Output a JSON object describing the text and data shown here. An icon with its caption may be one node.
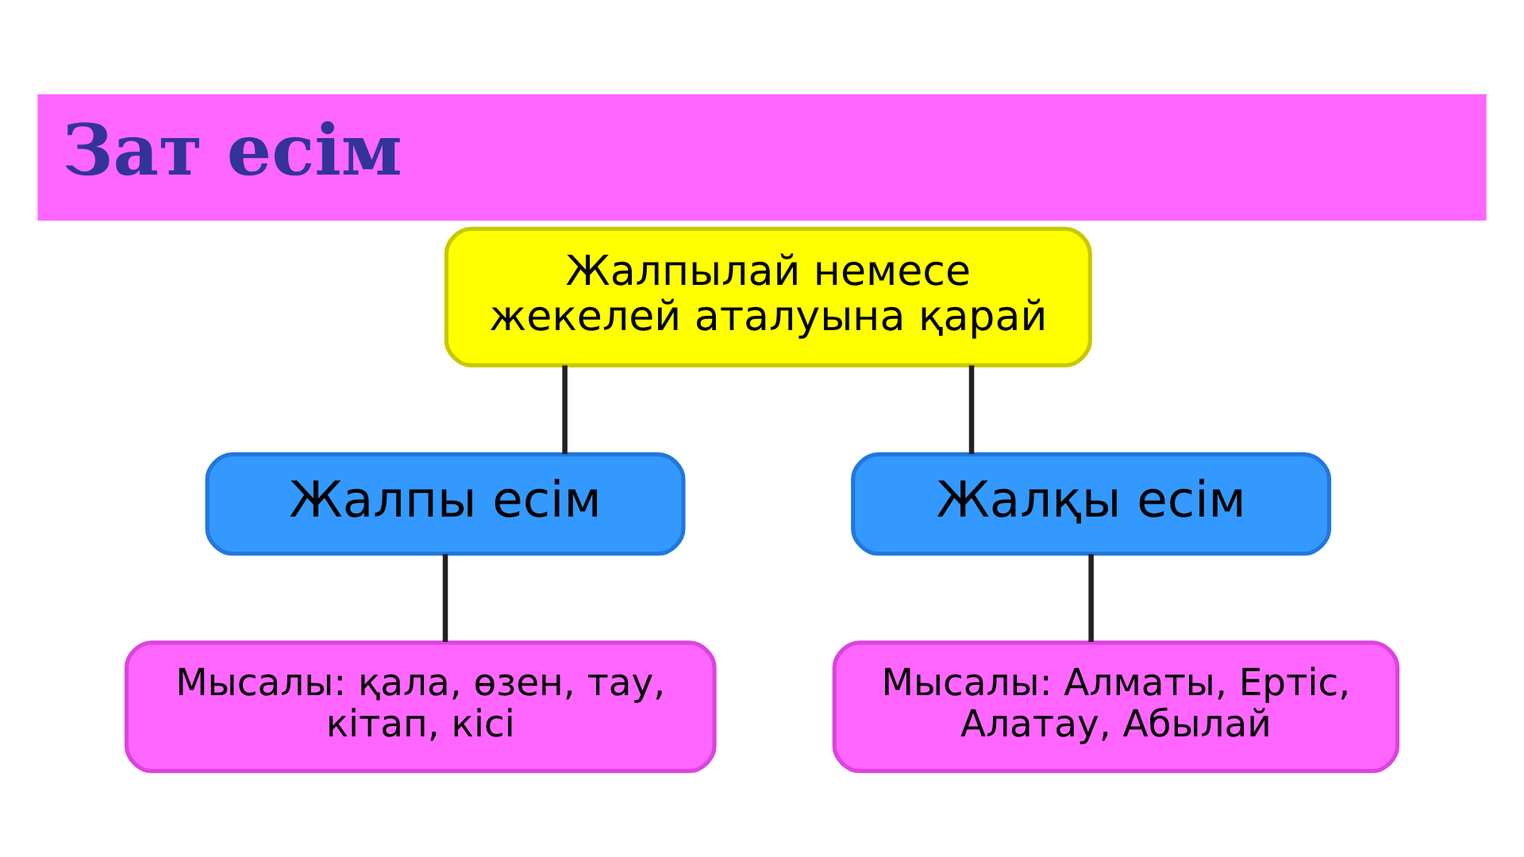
{
  "diagram": {
    "title": "Зат есім",
    "nodes": [
      {
        "text": [
          "Жалпылай немесе жекелей аталуына қарай"
        ]
      },
      {
        "text": [
          "Жалпы есім"
        ]
      },
      {
        "text": [
          "Жалқы есім"
        ]
      },
      {
        "text": [
          "Мысалы: қала, өзен, тау, кітап, кісі"
        ]
      },
      {
        "text": [
          "Мысалы: Алматы, Ертіс, Алатау, Абылай"
        ]
      }
    ],
    "edges": [
      {
        "from": 0,
        "to": 1,
        "arrow": "none"
      },
      {
        "from": 0,
        "to": 2,
        "arrow": "none"
      },
      {
        "from": 1,
        "to": 3,
        "arrow": "none"
      },
      {
        "from": 2,
        "to": 4,
        "arrow": "none"
      }
    ]
  }
}
